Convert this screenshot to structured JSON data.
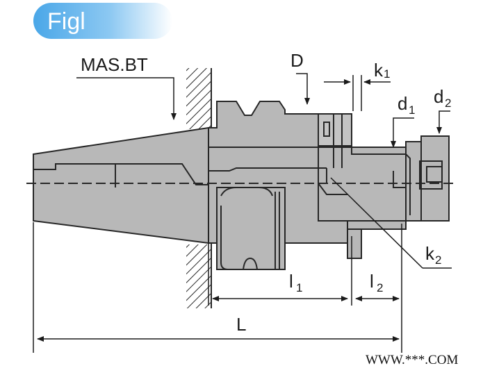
{
  "figure_label": "Figl",
  "labels": {
    "mas_bt": "MAS.BT",
    "D": "D",
    "k1_main": "k",
    "k1_sub": "1",
    "d1_main": "d",
    "d1_sub": "1",
    "d2_main": "d",
    "d2_sub": "2",
    "k2_main": "k",
    "k2_sub": "2",
    "l1_main": "l",
    "l1_sub": "1",
    "l2_main": "l",
    "l2_sub": "2",
    "L": "L"
  },
  "watermark": "WWW.***.COM",
  "colors": {
    "badge_start": "#4aa7e8",
    "badge_end": "#ffffff",
    "body_fill": "#b8b8b8",
    "outline": "#262626"
  }
}
